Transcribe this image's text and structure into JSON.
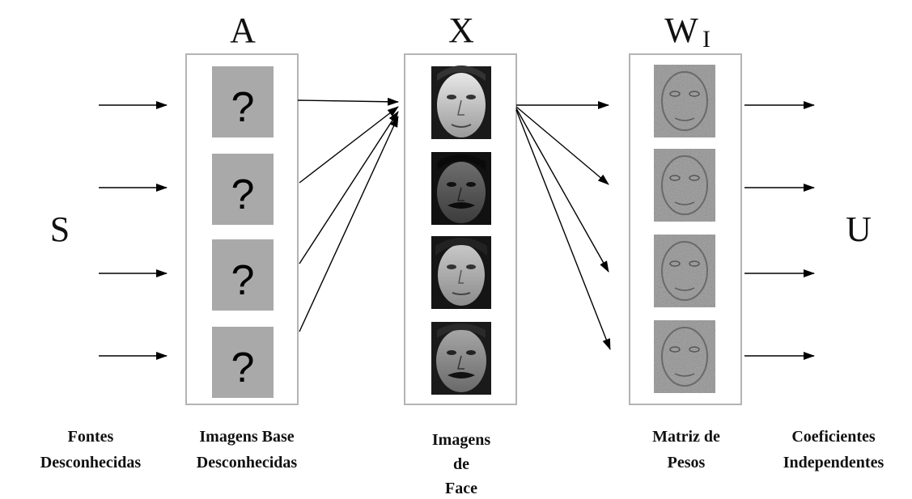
{
  "labels": {
    "A": "A",
    "X": "X",
    "W": "W",
    "W_sub": "I",
    "S": "S",
    "U": "U"
  },
  "question_mark": "?",
  "captions": {
    "fontes": [
      "Fontes",
      "Desconhecidas"
    ],
    "imagens_base": [
      "Imagens Base",
      "Desconhecidas"
    ],
    "imagens_face": [
      "Imagens",
      "de",
      "Face"
    ],
    "matriz": [
      "Matriz de",
      "Pesos"
    ],
    "coeficientes": [
      "Coeficientes",
      "Independentes"
    ]
  },
  "colors": {
    "box_border": "#b4b4b4",
    "tile_gray": "#a9a9a9",
    "arrow": "#000000"
  },
  "icons": {
    "face_image": "photo-face-icon",
    "weight_image": "weight-filter-icon"
  }
}
